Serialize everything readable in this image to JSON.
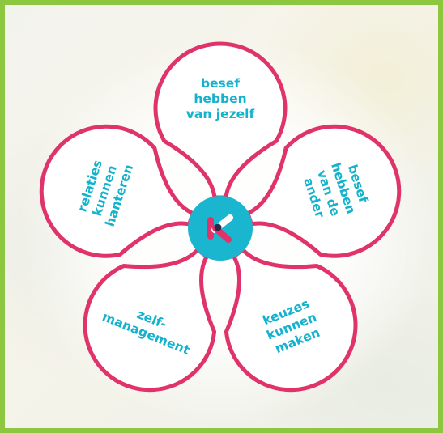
{
  "colors": {
    "frame_border": "#8dc63f",
    "petal_outline": "#e0336a",
    "petal_fill": "#ffffff",
    "text": "#14b2cc",
    "center_circle": "#1ab6cf",
    "logo_pink": "#e0336a",
    "logo_dark": "#2b2a4a"
  },
  "center": {
    "logo": "k-logo"
  },
  "petals": [
    {
      "id": "top",
      "lines": [
        "besef",
        "hebben",
        "van jezelf"
      ]
    },
    {
      "id": "right",
      "lines": [
        "besef",
        "hebben",
        "van de",
        "ander"
      ]
    },
    {
      "id": "bottom-right",
      "lines": [
        "keuzes",
        "kunnen",
        "maken"
      ]
    },
    {
      "id": "bottom-left",
      "lines": [
        "zelf-",
        "management"
      ]
    },
    {
      "id": "left",
      "lines": [
        "relaties",
        "kunnen",
        "hanteren"
      ]
    }
  ]
}
